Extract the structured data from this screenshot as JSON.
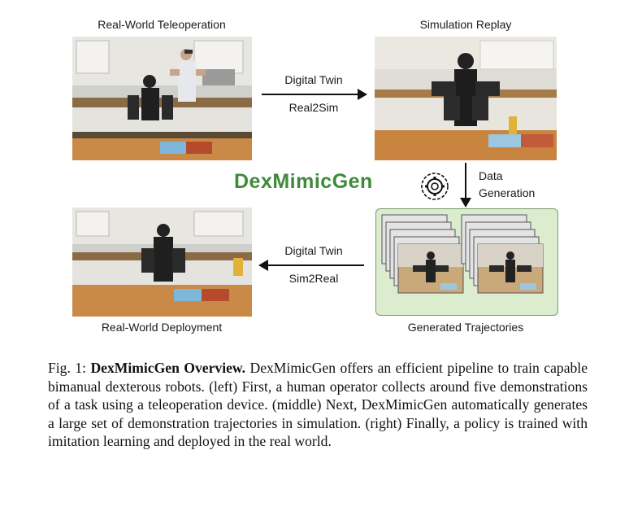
{
  "figure": {
    "panels": {
      "teleop_label": "Real-World Teleoperation",
      "replay_label": "Simulation Replay",
      "deploy_label": "Real-World Deployment",
      "generated_label": "Generated Trajectories"
    },
    "arrows": {
      "top_line1": "Digital Twin",
      "top_line2": "Real2Sim",
      "bottom_line1": "Digital Twin",
      "bottom_line2": "Sim2Real",
      "gen_line1": "Data",
      "gen_line2": "Generation"
    },
    "method_name": "DexMimicGen",
    "gear_icon": "gear-icon",
    "colors": {
      "method_green": "#3f8a3a",
      "traj_box_fill": "#dbeccf"
    }
  },
  "caption": {
    "prefix": "Fig. 1:",
    "bold_title": "DexMimicGen Overview.",
    "body": "DexMimicGen offers an efficient pipeline to train capable bimanual dexterous robots. (left) First, a human operator collects around five demonstrations of a task using a teleoperation device. (middle) Next, DexMimicGen automatically generates a large set of demonstration trajectories in simulation. (right) Finally, a policy is trained with imitation learning and deployed in the real world."
  }
}
